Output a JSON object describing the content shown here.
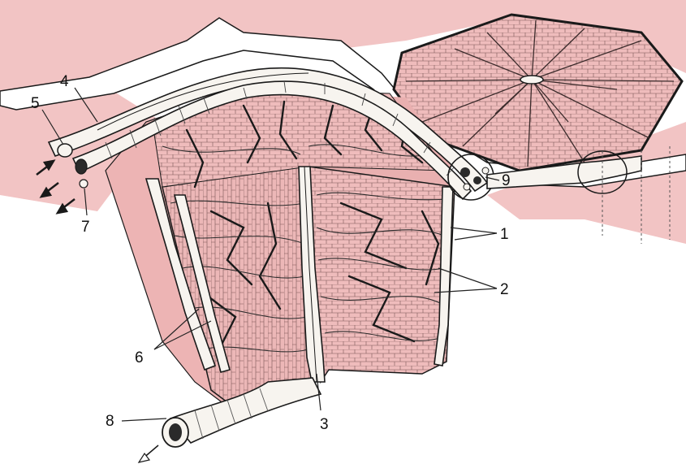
{
  "labels": [
    {
      "id": "1",
      "text": "1"
    },
    {
      "id": "2",
      "text": "2"
    },
    {
      "id": "3",
      "text": "3"
    },
    {
      "id": "4",
      "text": "4"
    },
    {
      "id": "5",
      "text": "5"
    },
    {
      "id": "6",
      "text": "6"
    },
    {
      "id": "7",
      "text": "7"
    },
    {
      "id": "8",
      "text": "8"
    },
    {
      "id": "9",
      "text": "9"
    }
  ],
  "colors": {
    "tissue": "#efbcbc",
    "tissue_dark": "#e7a9a9",
    "vessel_fill": "#f7f4ef",
    "outline": "#1a1a1a"
  }
}
